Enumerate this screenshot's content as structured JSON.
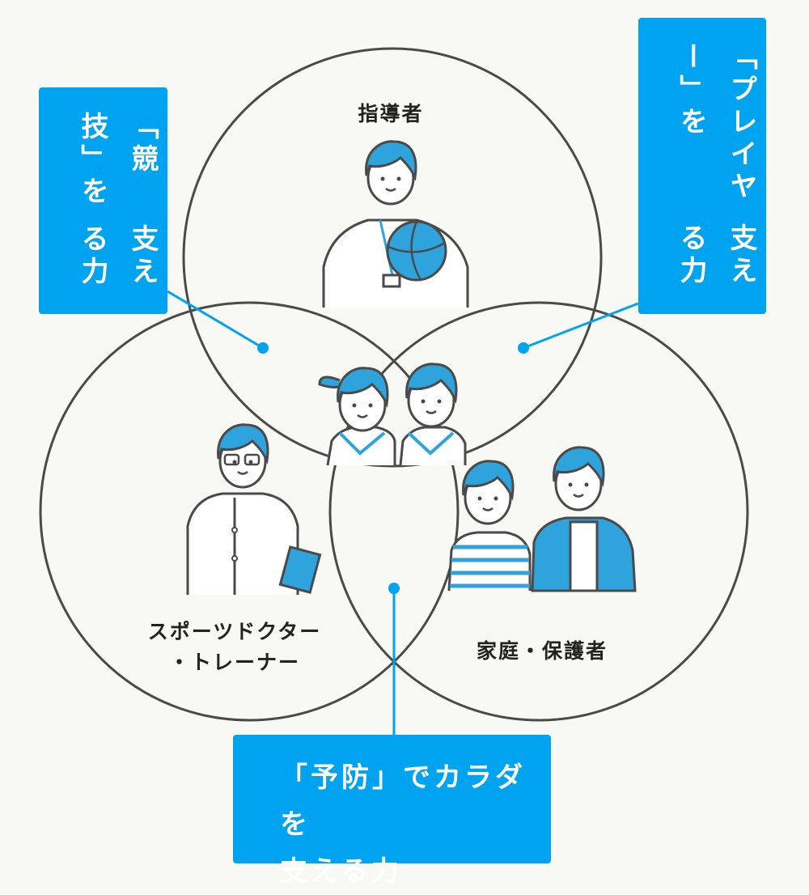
{
  "circles": {
    "top": {
      "label": "指導者"
    },
    "left": {
      "label_line1": "スポーツドクター",
      "label_line2": "・トレーナー"
    },
    "right": {
      "label": "家庭・保護者"
    }
  },
  "callouts": {
    "competition": {
      "line1": "「競技」を",
      "line2": "支える力"
    },
    "player": {
      "line1": "「プレイヤー」を",
      "line2": "支える力"
    },
    "prevention": {
      "line1": "「予防」でカラダを",
      "line2": "支える力"
    }
  },
  "colors": {
    "accent": "#00a3ef",
    "illustration_blue": "#2fa3db",
    "outline": "#4a4a4a",
    "background": "#f8f8f5"
  }
}
